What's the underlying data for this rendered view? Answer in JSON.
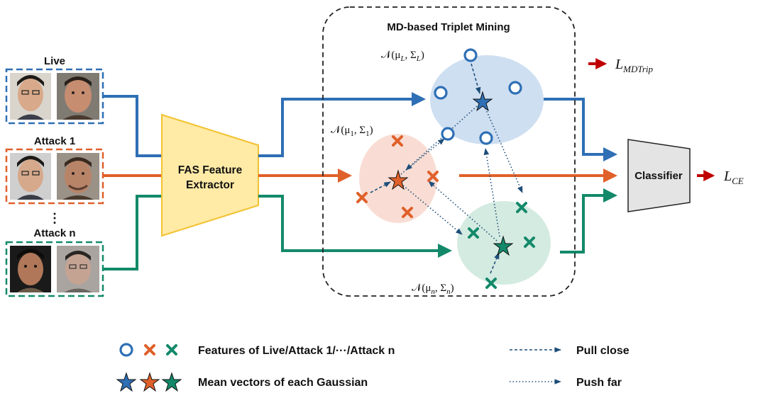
{
  "colors": {
    "live": "#2e6fb5",
    "attack1": "#e0602a",
    "attackn": "#13896a",
    "live_fill": "#c9dcf0",
    "attack1_fill": "#f8d9cf",
    "attackn_fill": "#cfe9de",
    "extractor_fill": "#ffeaa6",
    "extractor_stroke": "#f2c230",
    "classifier_fill": "#e4e4e4",
    "arrow_red": "#c00000",
    "pull": "#1f4e79",
    "dashed_border": "#222222"
  },
  "inputs": {
    "live_label": "Live",
    "attack1_label": "Attack 1",
    "ellipsis": "⋮",
    "attackn_label": "Attack n"
  },
  "extractor": {
    "line1": "FAS Feature",
    "line2": "Extractor"
  },
  "mining": {
    "title": "MD-based Triplet Mining",
    "gauss_live": {
      "prefix": "𝒩(μ",
      "sub1": "L",
      "mid": ", Σ",
      "sub2": "L",
      "suffix": ")"
    },
    "gauss_attack1": {
      "prefix": "𝒩(μ",
      "sub1": "1",
      "mid": ", Σ",
      "sub2": "1",
      "suffix": ")"
    },
    "gauss_attackn": {
      "prefix": "𝒩(μ",
      "sub1": "n",
      "mid": ", Σ",
      "sub2": "n",
      "suffix": ")"
    }
  },
  "classifier": {
    "label": "Classifier"
  },
  "losses": {
    "mdtrip_main": "L",
    "mdtrip_sub": "MDTrip",
    "ce_main": "L",
    "ce_sub": "CE"
  },
  "legend": {
    "features": "Features of Live/Attack 1/···/Attack n",
    "means": "Mean vectors of each Gaussian",
    "pull": "Pull close",
    "push": "Push far"
  }
}
